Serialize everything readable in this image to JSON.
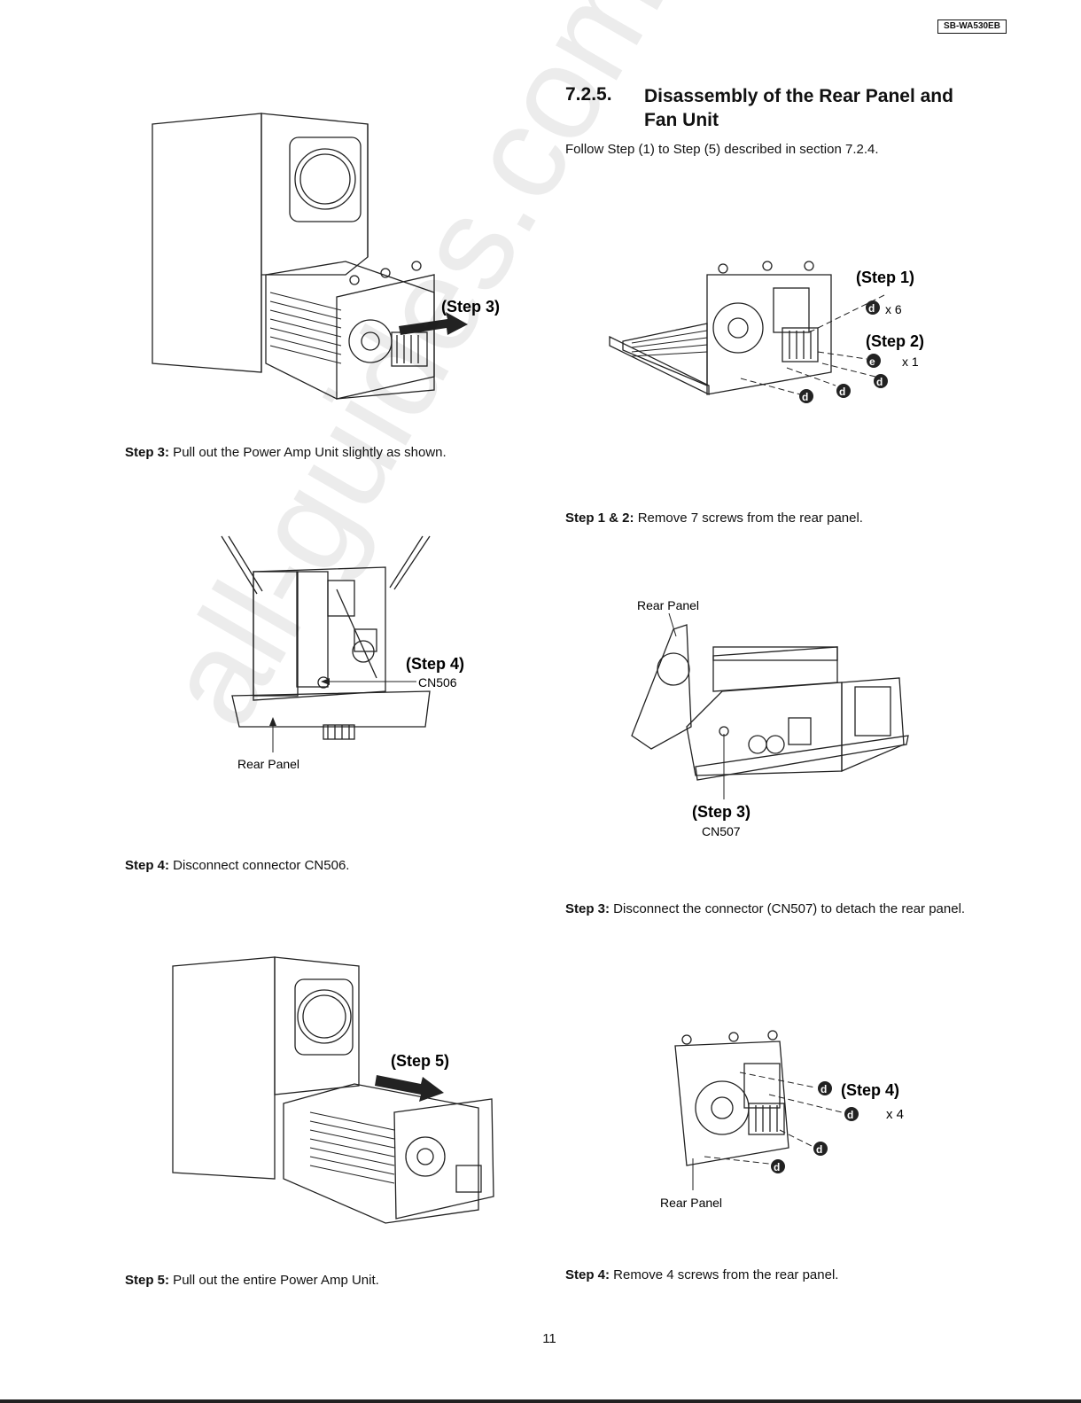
{
  "header": {
    "model": "SB-WA530EB"
  },
  "section": {
    "number": "7.2.5.",
    "title": "Disassembly of the Rear Panel and Fan Unit",
    "intro": "Follow Step (1) to Step (5) described in section 7.2.4."
  },
  "left": {
    "fig1": {
      "step_label": "(Step 3)"
    },
    "caption1": {
      "lead": "Step 3:",
      "text": " Pull out the Power Amp Unit slightly as shown."
    },
    "fig2": {
      "step_label": "(Step 4)",
      "connector": "CN506",
      "panel_label": "Rear Panel"
    },
    "caption2": {
      "lead": "Step 4:",
      "text": " Disconnect connector CN506."
    },
    "fig3": {
      "step_label": "(Step 5)"
    },
    "caption3": {
      "lead": "Step 5:",
      "text": " Pull out the entire Power Amp Unit."
    }
  },
  "right": {
    "fig1": {
      "step1": "(Step 1)",
      "step2": "(Step 2)",
      "screw_d": "d",
      "screw_e": "e",
      "qty_d": "x 6",
      "qty_e": "x 1"
    },
    "caption1": {
      "lead": "Step 1 & 2:",
      "text": " Remove 7 screws from the rear panel."
    },
    "fig2": {
      "panel_label": "Rear Panel",
      "step_label": "(Step 3)",
      "connector": "CN507"
    },
    "caption2": {
      "lead": "Step 3:",
      "text": " Disconnect the connector (CN507) to detach the rear panel."
    },
    "fig3": {
      "step_label": "(Step 4)",
      "screw_d": "d",
      "qty": "x 4",
      "panel_label": "Rear Panel"
    },
    "caption3": {
      "lead": "Step 4:",
      "text": " Remove 4 screws from the rear panel."
    }
  },
  "footer": {
    "page_number": "11"
  },
  "watermark": "all-guides.com"
}
